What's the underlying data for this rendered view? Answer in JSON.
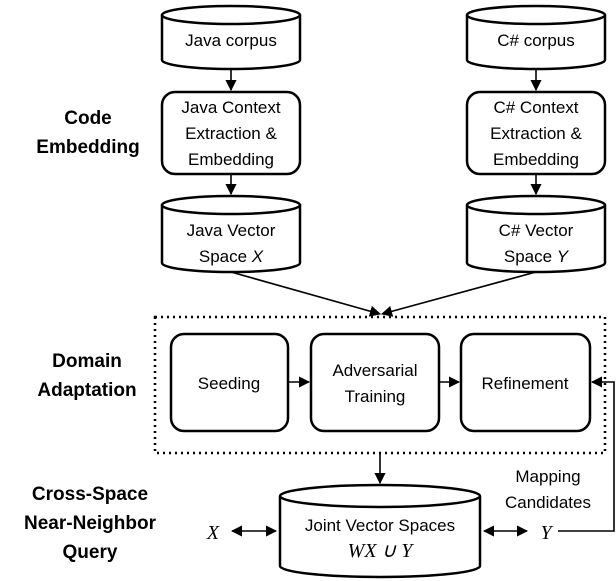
{
  "stages": {
    "code_embedding": [
      "Code",
      "Embedding"
    ],
    "domain_adaptation": [
      "Domain",
      "Adaptation"
    ],
    "cross_space_query": [
      "Cross-Space",
      "Near-Neighbor",
      "Query"
    ]
  },
  "java_corpus": "Java corpus",
  "csharp_corpus": "C# corpus",
  "java_context": [
    "Java Context",
    "Extraction &",
    "Embedding"
  ],
  "csharp_context": [
    "C# Context",
    "Extraction &",
    "Embedding"
  ],
  "java_vector": {
    "line1": "Java Vector",
    "line2_prefix": "Space ",
    "line2_var": "X"
  },
  "csharp_vector": {
    "line1": "C# Vector",
    "line2_prefix": "Space ",
    "line2_var": "Y"
  },
  "seeding": "Seeding",
  "adversarial": [
    "Adversarial",
    "Training"
  ],
  "refinement": "Refinement",
  "joint": {
    "line1": "Joint Vector Spaces",
    "line2": "WX ∪ Y"
  },
  "mapping_candidates": [
    "Mapping",
    "Candidates"
  ],
  "x_label": "X",
  "y_label": "Y"
}
